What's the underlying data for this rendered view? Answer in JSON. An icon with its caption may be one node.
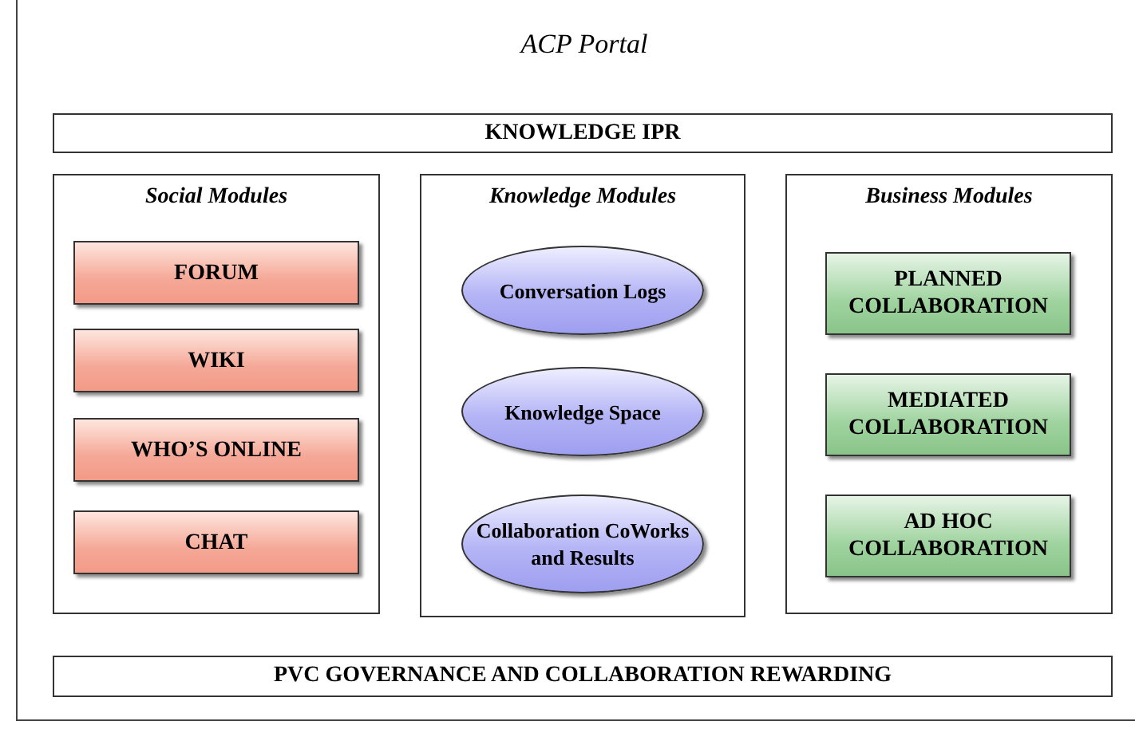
{
  "diagram": {
    "nodes": [
      {
        "text": [
          "ACP Portal"
        ]
      },
      {
        "text": [
          "KNOWLEDGE IPR"
        ],
        "in": 0
      },
      {
        "text": [
          "Social Modules"
        ],
        "in": 0
      },
      {
        "text": [
          "FORUM"
        ],
        "in": 2
      },
      {
        "text": [
          "WIKI"
        ],
        "in": 2
      },
      {
        "text": [
          "WHO’S ONLINE"
        ],
        "in": 2
      },
      {
        "text": [
          "CHAT"
        ],
        "in": 2
      },
      {
        "text": [
          "Knowledge Modules"
        ],
        "in": 0
      },
      {
        "text": [
          "Conversation Logs"
        ],
        "in": 7
      },
      {
        "text": [
          "Knowledge Space"
        ],
        "in": 7
      },
      {
        "text": [
          "Collaboration CoWorks and Results"
        ],
        "in": 7
      },
      {
        "text": [
          "Business Modules"
        ],
        "in": 0
      },
      {
        "text": [
          "PLANNED COLLABORATION"
        ],
        "in": 11
      },
      {
        "text": [
          "MEDIATED COLLABORATION"
        ],
        "in": 11
      },
      {
        "text": [
          "AD HOC COLLABORATION"
        ],
        "in": 11
      },
      {
        "text": [
          "PVC GOVERNANCE AND COLLABORATION REWARDING"
        ],
        "in": 0
      }
    ]
  }
}
